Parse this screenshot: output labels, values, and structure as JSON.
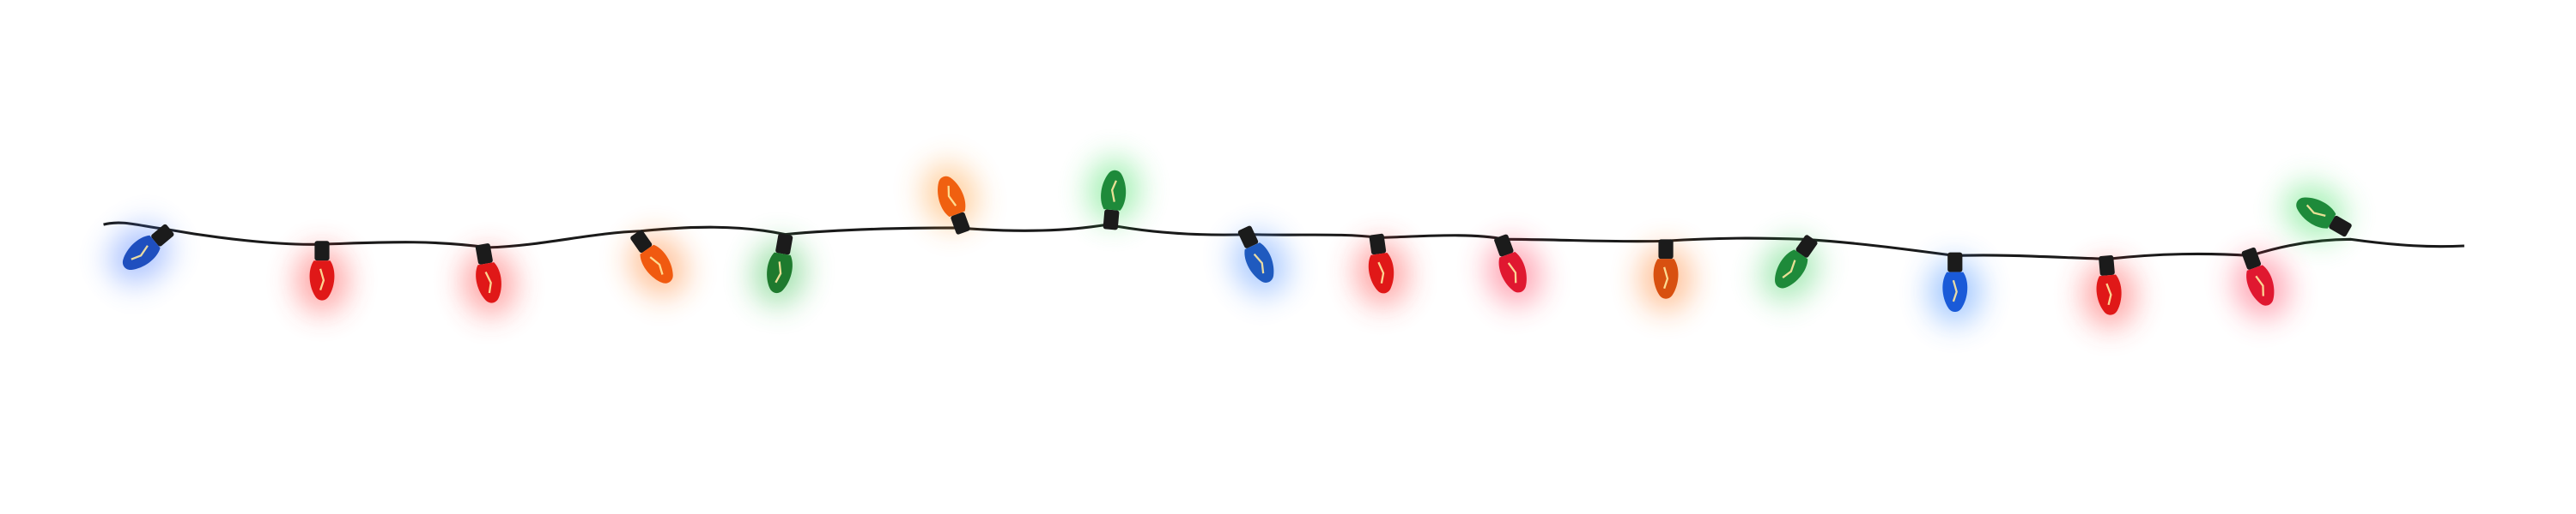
{
  "scene": {
    "background": "#ffffff",
    "wire_color": "#1a1a1a",
    "bulbs": [
      {
        "color": "blue",
        "hex": "#1f4fbf",
        "glow": "#4a7dff"
      },
      {
        "color": "red",
        "hex": "#e01818",
        "glow": "#ff3a3a"
      },
      {
        "color": "red",
        "hex": "#e01818",
        "glow": "#ff3a3a"
      },
      {
        "color": "orange",
        "hex": "#f05a10",
        "glow": "#ff7a20"
      },
      {
        "color": "green",
        "hex": "#1e7a2e",
        "glow": "#38c050"
      },
      {
        "color": "orange",
        "hex": "#f06010",
        "glow": "#ff9a30"
      },
      {
        "color": "green",
        "hex": "#1e8a3a",
        "glow": "#40e060"
      },
      {
        "color": "blue",
        "hex": "#1f5abf",
        "glow": "#4a8dff"
      },
      {
        "color": "red",
        "hex": "#e01818",
        "glow": "#ff3a3a"
      },
      {
        "color": "red",
        "hex": "#e01830",
        "glow": "#ff3a5a"
      },
      {
        "color": "orange",
        "hex": "#d85010",
        "glow": "#ff7a20"
      },
      {
        "color": "green",
        "hex": "#1e8a3a",
        "glow": "#40d060"
      },
      {
        "color": "blue",
        "hex": "#1a5ad8",
        "glow": "#3a8aff"
      },
      {
        "color": "red",
        "hex": "#e01818",
        "glow": "#ff3a3a"
      },
      {
        "color": "red",
        "hex": "#e01830",
        "glow": "#ff3a5a"
      },
      {
        "color": "green",
        "hex": "#1e8a3a",
        "glow": "#40e060"
      }
    ]
  }
}
